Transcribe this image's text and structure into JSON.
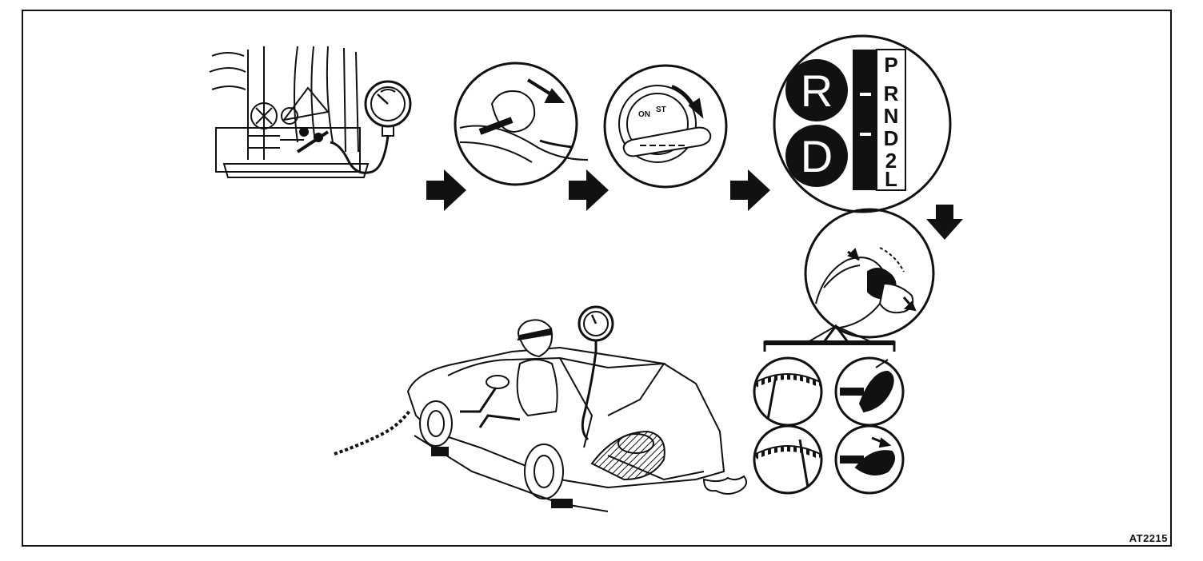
{
  "figure_code": "AT2215",
  "shift_panel": {
    "big_letters": [
      "R",
      "D"
    ],
    "dash": "–",
    "selector_positions": [
      "P",
      "R",
      "N",
      "D",
      "2",
      "L"
    ]
  },
  "ignition_labels": [
    "ON",
    "ST"
  ],
  "colors": {
    "ink": "#111111",
    "paper": "#ffffff",
    "hatch": "#555555"
  }
}
